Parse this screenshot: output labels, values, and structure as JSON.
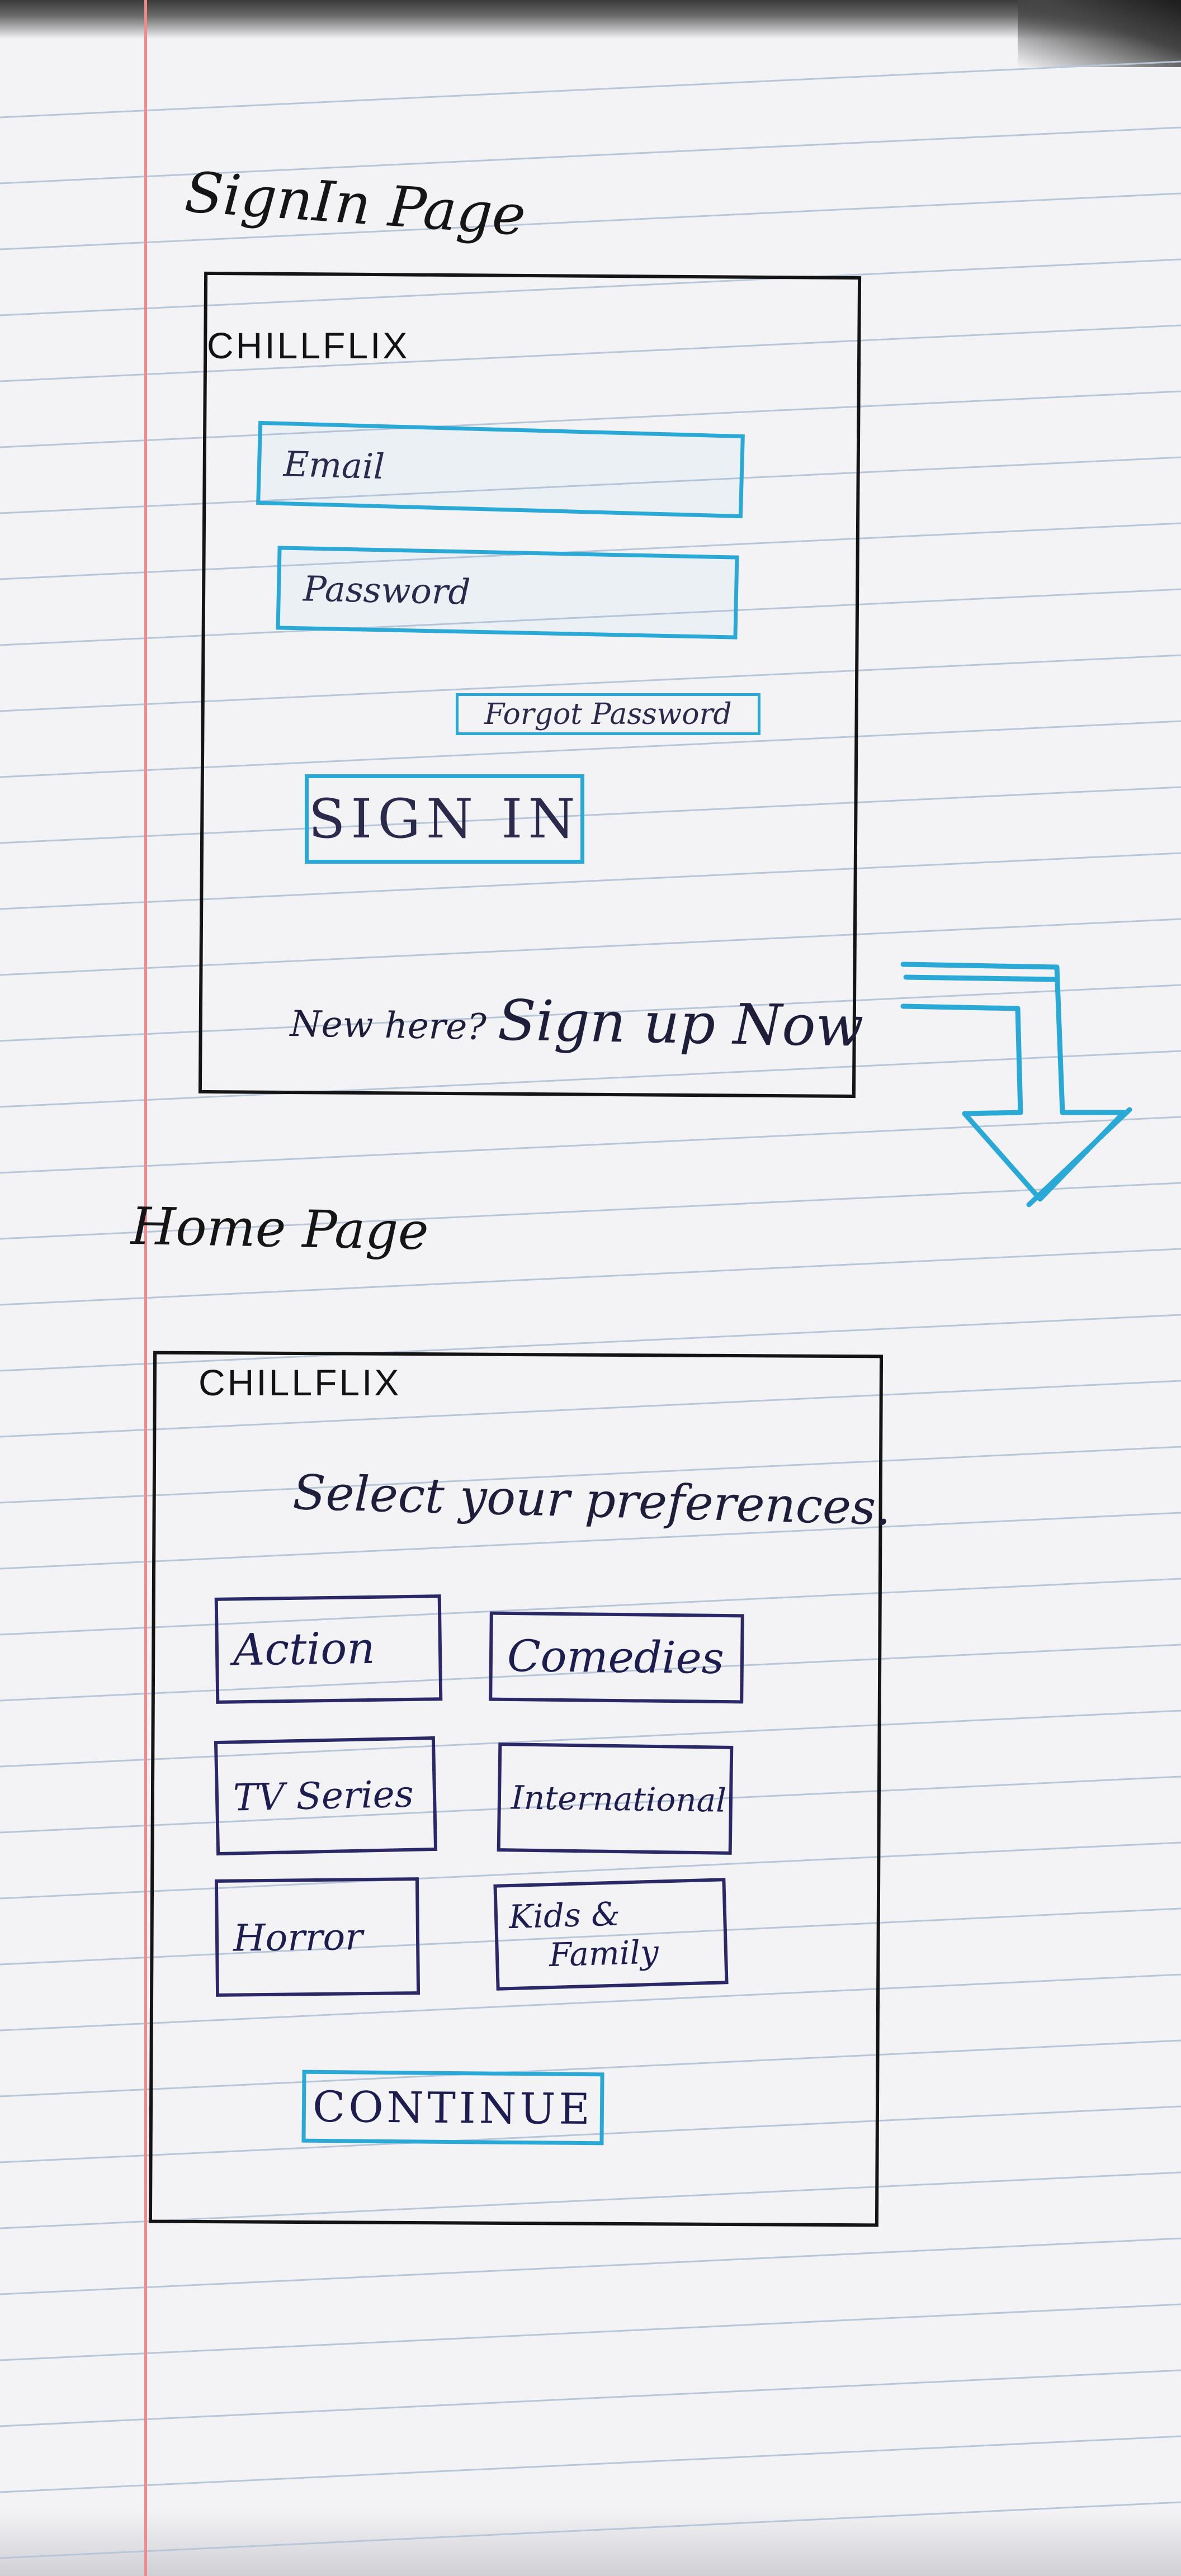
{
  "signin_page": {
    "heading": "SignIn Page",
    "logo": "CHILLFLIX",
    "email_placeholder": "Email",
    "password_placeholder": "Password",
    "forgot_password": "Forgot Password",
    "signin_button": "SIGN IN",
    "new_here": "New here?",
    "signup_link": "Sign up Now"
  },
  "home_page": {
    "heading": "Home Page",
    "logo": "CHILLFLIX",
    "prompt": "Select your preferences.",
    "preferences": [
      "Action",
      "Comedies",
      "TV Series",
      "International",
      "Horror",
      "Kids &",
      "Family"
    ],
    "continue_button": "CONTINUE"
  },
  "colors": {
    "ink": "#141414",
    "accent_blue": "#2aa8d6",
    "pen_blue": "#2a2866",
    "margin_red": "#f08a8a",
    "rule_blue": "#b9c6d8"
  },
  "icons": [
    "down-arrow-icon"
  ]
}
